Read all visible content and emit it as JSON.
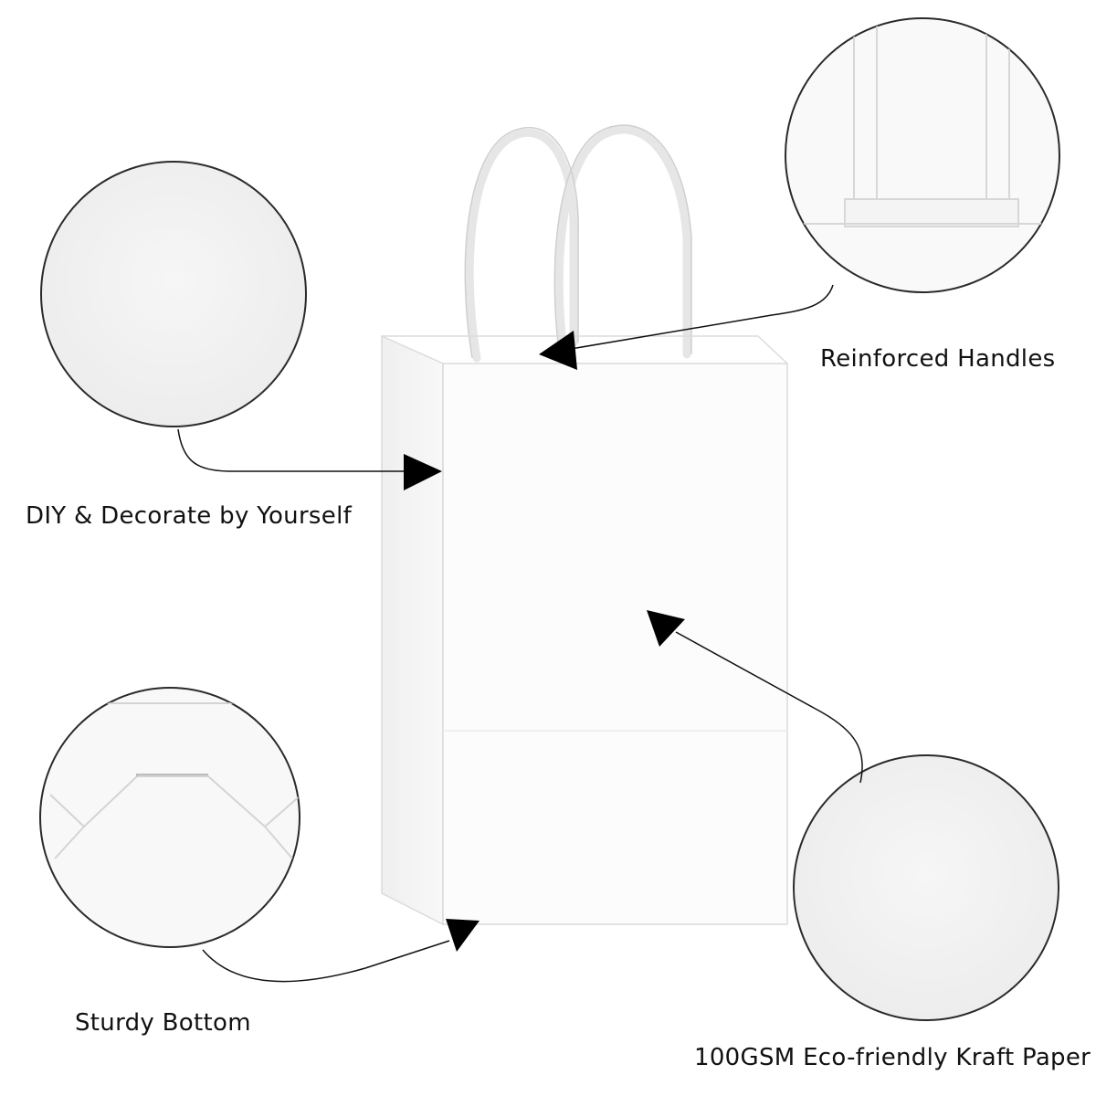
{
  "features": {
    "handles": "Reinforced Handles",
    "diy": "DIY & Decorate by Yourself",
    "bottom": "Sturdy Bottom",
    "paper": "100GSM Eco-friendly Kraft Paper"
  },
  "colors": {
    "background": "#ffffff",
    "bag": "#fcfcfc",
    "circle_outline": "#2a2a2a",
    "arrow": "#000000",
    "text": "#111111"
  }
}
